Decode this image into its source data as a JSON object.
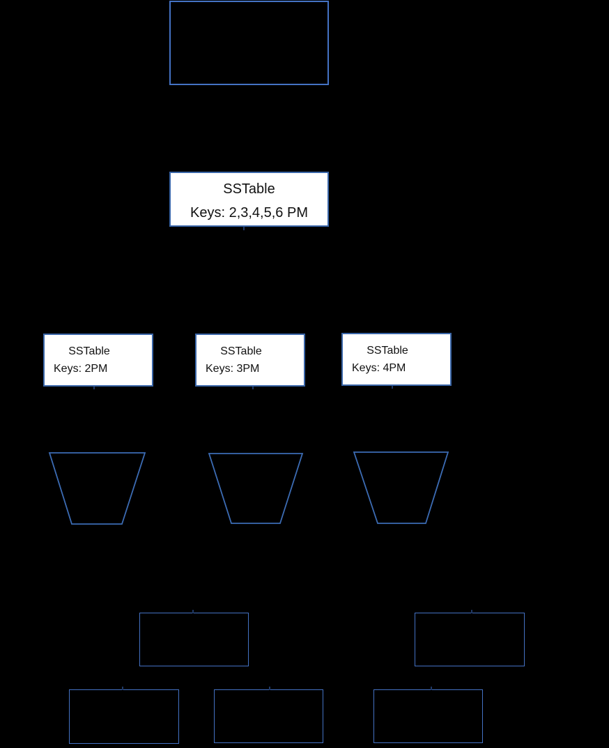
{
  "scene": {
    "background": "#000000"
  },
  "colors": {
    "outline_blue": "#4472C4",
    "white_box_border": "#3A66A8",
    "white_box_fill": "#FFFFFF",
    "funnel_stroke": "#3C6CB4",
    "connector_stub": "#1F3864",
    "text_color": "#111111"
  },
  "merged_sstable": {
    "title": "SSTable",
    "keys": "Keys: 2,3,4,5,6 PM"
  },
  "sstables": [
    {
      "title": "SSTable",
      "keys": "Keys: 2PM"
    },
    {
      "title": "SSTable",
      "keys": "Keys: 3PM"
    },
    {
      "title": "SSTable",
      "keys": "Keys: 4PM"
    }
  ]
}
